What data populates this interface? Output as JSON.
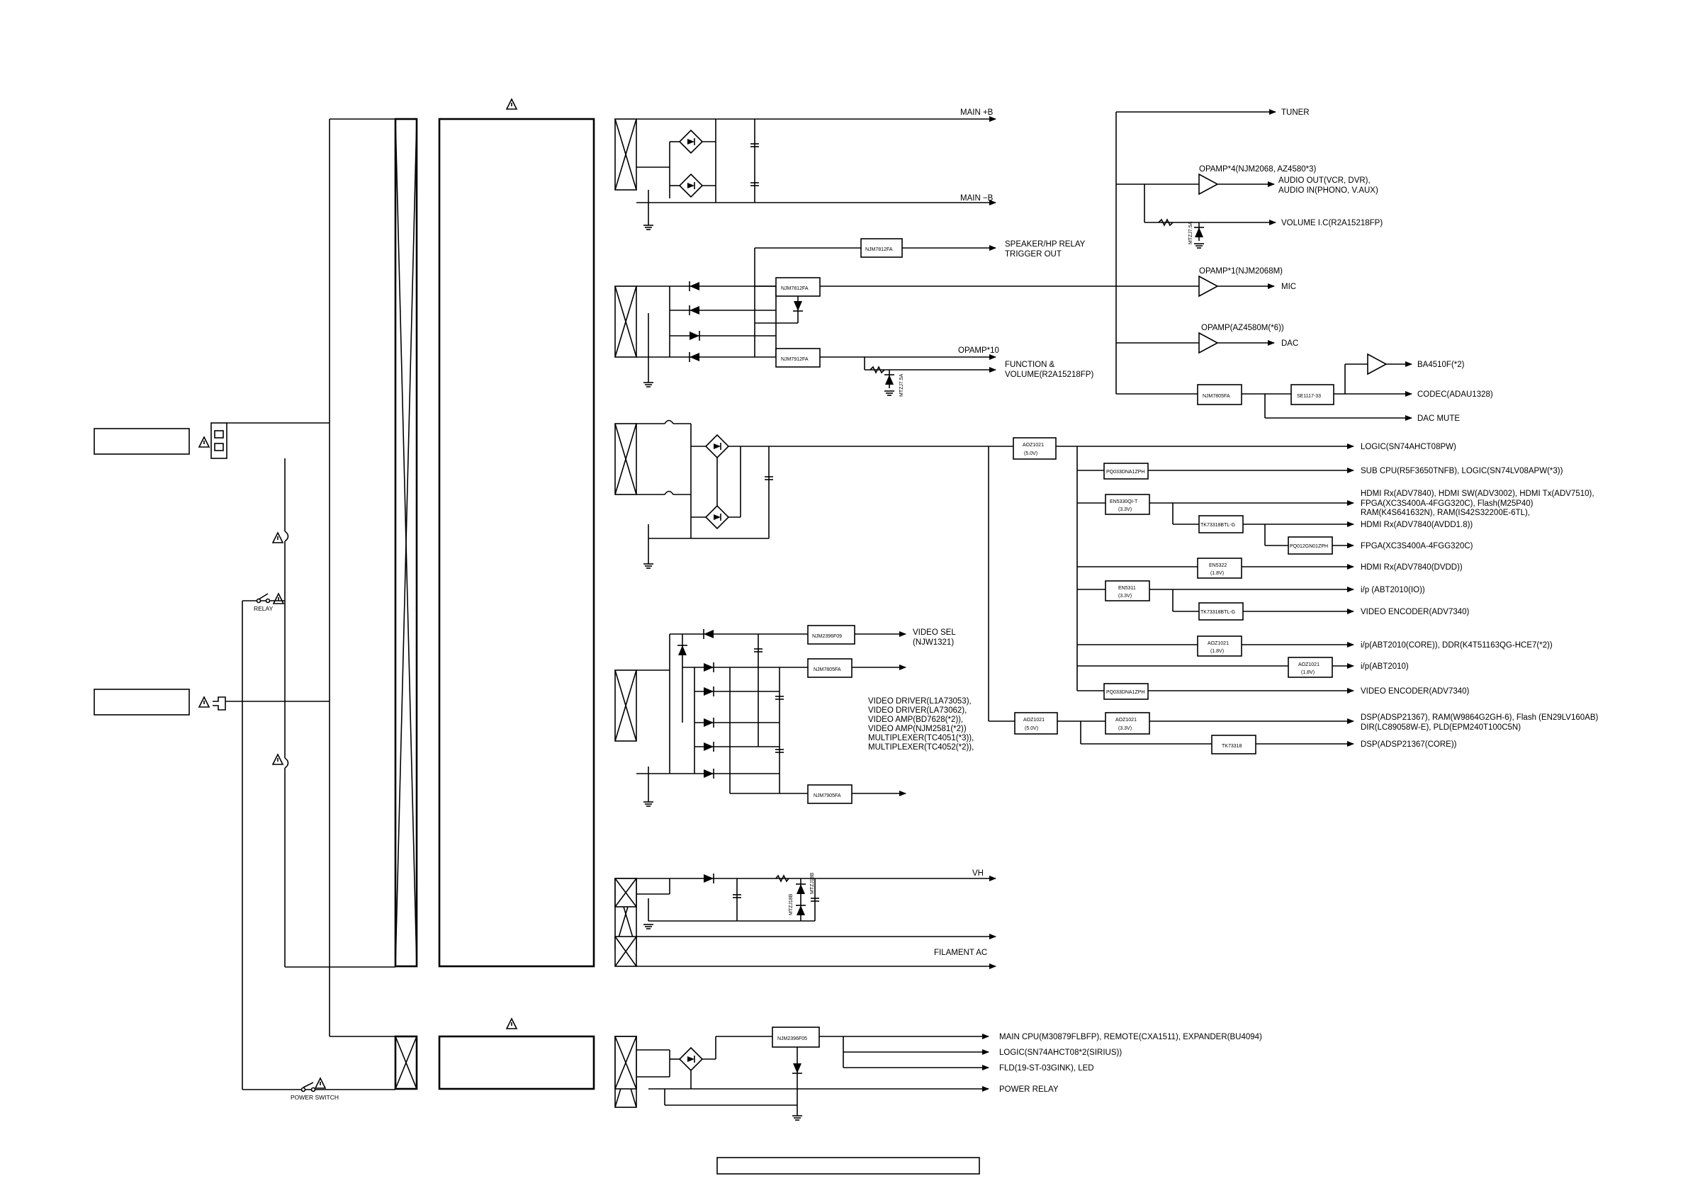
{
  "outputs": {
    "main_pos_b": "MAIN +B",
    "main_neg_b": "MAIN −B",
    "speaker_relay_1": "SPEAKER/HP RELAY",
    "speaker_relay_2": "TRIGGER OUT",
    "opamp10": "OPAMP*10",
    "function_volume_1": "FUNCTION &",
    "function_volume_2": "VOLUME(R2A15218FP)",
    "tuner": "TUNER",
    "opamp4": "OPAMP*4(NJM2068, AZ4580*3)",
    "audio_out": "AUDIO OUT(VCR, DVR),",
    "audio_in": "AUDIO IN(PHONO, V.AUX)",
    "volume_ic": "VOLUME I.C(R2A15218FP)",
    "opamp1": "OPAMP*1(NJM2068M)",
    "mic": "MIC",
    "opamp_dac": "OPAMP(AZ4580M(*6))",
    "dac": "DAC",
    "ba4510": "BA4510F(*2)",
    "codec": "CODEC(ADAU1328)",
    "dac_mute": "DAC MUTE",
    "logic_ahct": "LOGIC(SN74AHCT08PW)",
    "sub_cpu": "SUB CPU(R5F3650TNFB), LOGIC(SN74LV08APW(*3))",
    "hdmi_1": "HDMI Rx(ADV7840), HDMI SW(ADV3002), HDMI Tx(ADV7510),",
    "hdmi_2": "FPGA(XC3S400A-4FGG320C), Flash(M25P40)",
    "hdmi_3": "RAM(K4S641632N), RAM(IS42S32200E-6TL),",
    "hdmi_avdd": "HDMI Rx(ADV7840(AVDD1.8))",
    "fpga": "FPGA(XC3S400A-4FGG320C)",
    "hdmi_dvdd": "HDMI Rx(ADV7840(DVDD))",
    "ip_io": "i/p (ABT2010(IO))",
    "video_enc_1": "VIDEO ENCODER(ADV7340)",
    "ip_core": "i/p(ABT2010(CORE)), DDR(K4T51163QG-HCE7(*2))",
    "ip_abt": "i/p(ABT2010)",
    "video_enc_2": "VIDEO ENCODER(ADV7340)",
    "dsp_1": "DSP(ADSP21367), RAM(W9864G2GH-6), Flash (EN29LV160AB)",
    "dsp_2": "DIR(LC89058W-E), PLD(EPM240T100C5N)",
    "dsp_core": "DSP(ADSP21367(CORE))",
    "video_sel_1": "VIDEO SEL",
    "video_sel_2": "(NJW1321)",
    "video_drv_1": "VIDEO DRIVER(L1A73053),",
    "video_drv_2": "VIDEO DRIVER(LA73062),",
    "video_drv_3": "VIDEO AMP(BD7628(*2)),",
    "video_drv_4": "VIDEO AMP(NJM2581(*2))",
    "video_drv_5": "MULTIPLEXER(TC4051(*3)),",
    "video_drv_6": "MULTIPLEXER(TC4052(*2)),",
    "vh": "VH",
    "filament": "FILAMENT AC",
    "main_cpu": "MAIN CPU(M30879FLBFP), REMOTE(CXA1511), EXPANDER(BU4094)",
    "logic_sirius": "LOGIC(SN74AHCT08*2(SIRIUS))",
    "fld": "FLD(19-ST-03GINK), LED",
    "power_relay": "POWER RELAY"
  },
  "regulators": {
    "njm7812_trig": "NJM7812FA",
    "njm7812": "NJM7812FA",
    "njm7912": "NJM7912FA",
    "njm7805_audio": "NJM7805FA",
    "se1117": "SE1117-33",
    "aoz1021_main": "AOZ1021",
    "aoz1021_main_v": "(5.0V)",
    "pq_a": "PQ033DNA1ZPH",
    "en5330": "EN5330QI-T",
    "en5330_v": "(3.3V)",
    "tk_a": "TK73318BTL-G",
    "pq012": "PQ012GN01ZPH",
    "en5322": "EN5322",
    "en5322_v": "(1.8V)",
    "en5311": "EN5311",
    "en5311_v": "(3.3V)",
    "tk_b": "TK73318BTL-G",
    "aoz1021_18a": "AOZ1021",
    "aoz1021_18a_v": "(1.8V)",
    "aoz1021_18b": "AOZ1021",
    "aoz1021_18b_v": "(1.8V)",
    "pq_b": "PQ033DNA1ZPH",
    "aoz1021_dsp": "AOZ1021",
    "aoz1021_dsp_v": "(5.0V)",
    "aoz1021_33": "AOZ1021",
    "aoz1021_33_v": "(3.3V)",
    "tk73318": "TK73318",
    "njm2396_video": "NJM2396F09",
    "njm7805_video": "NJM7805FA",
    "njm7905_video": "NJM7905FA",
    "njm2396_std": "NJM2396F05"
  },
  "components": {
    "relay": "RELAY",
    "power_switch": "POWER SWITCH",
    "zener": "MTZJ7.5A",
    "zener_vh_a": "MTZJ18B",
    "zener_vh_b": "MTZJ18B"
  }
}
